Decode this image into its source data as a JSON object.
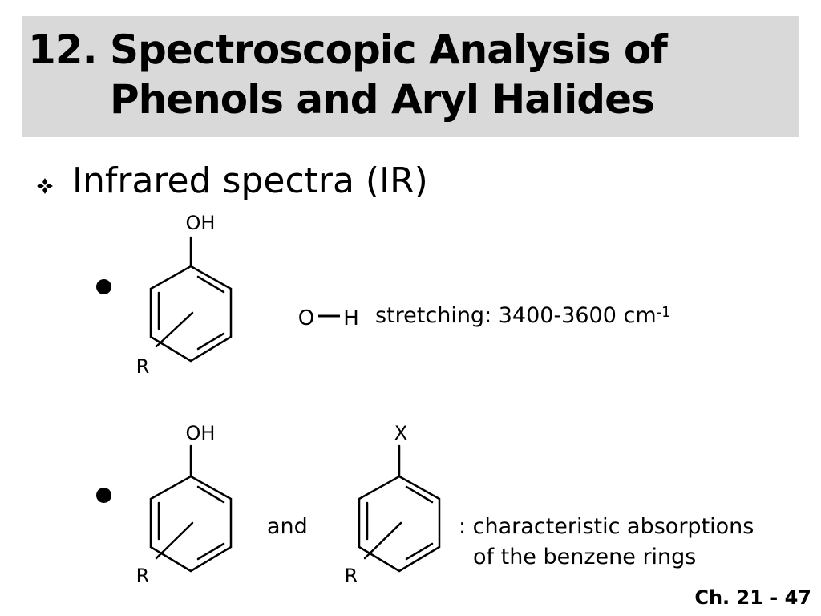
{
  "slide": {
    "title_number": "12.",
    "title_line1": "Spectroscopic Analysis of",
    "title_line2": "Phenols and Aryl Halides",
    "heading": "Infrared spectra (IR)",
    "item1": {
      "substituent": "OH",
      "r_group": "R",
      "bond_left": "O",
      "bond_right": "H",
      "description": "stretching: 3400-3600 cm",
      "superscript": "-1"
    },
    "item2": {
      "phenol_substituent": "OH",
      "phenol_r_group": "R",
      "connector": "and",
      "halide_substituent": "X",
      "halide_r_group": "R",
      "description_line1": ": characteristic absorptions",
      "description_line2": "of the benzene rings"
    },
    "footer": "Ch. 21 - 47"
  }
}
